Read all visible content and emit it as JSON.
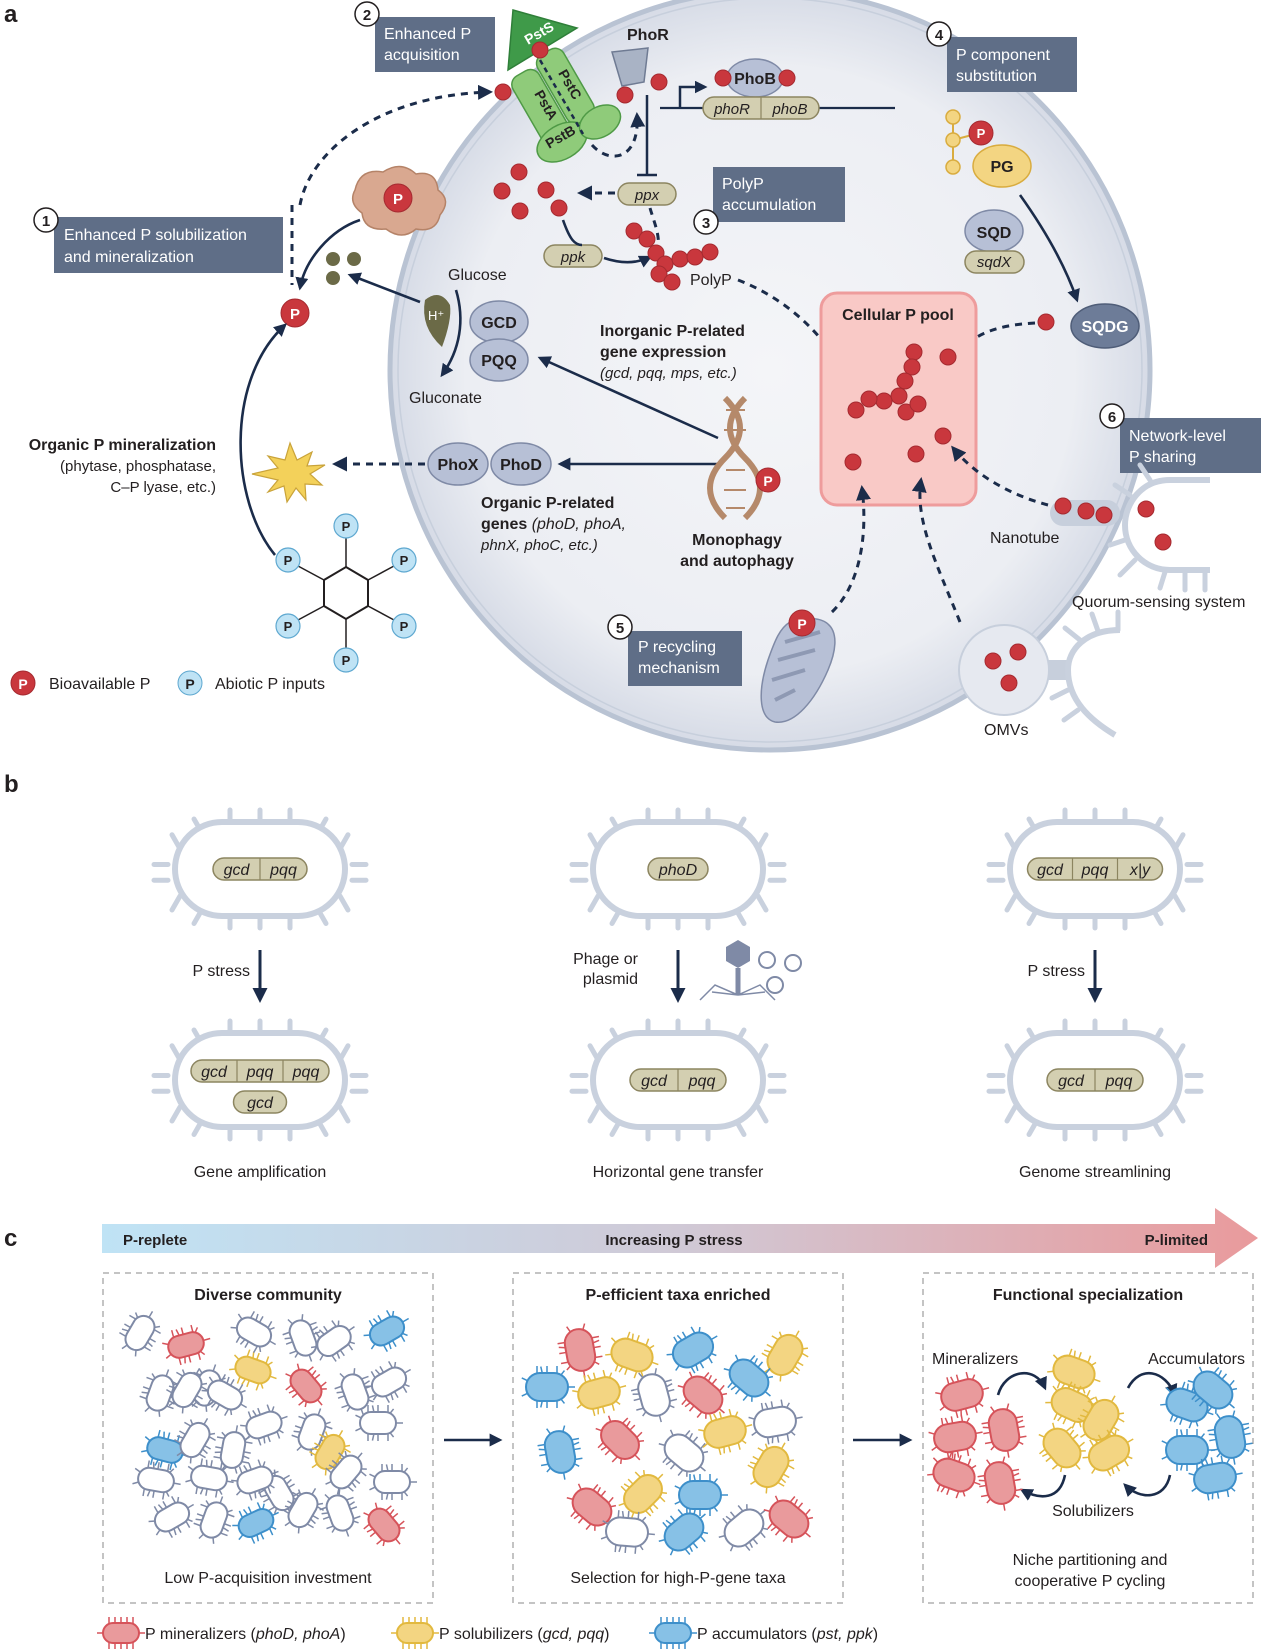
{
  "panels": {
    "a": {
      "label": "a",
      "steps": [
        {
          "num": "1",
          "text_l1": "Enhanced P solubilization",
          "text_l2": "and mineralization"
        },
        {
          "num": "2",
          "text_l1": "Enhanced P",
          "text_l2": "acquisition"
        },
        {
          "num": "3",
          "text_l1": "PolyP",
          "text_l2": "accumulation"
        },
        {
          "num": "4",
          "text_l1": "P component",
          "text_l2": "substitution"
        },
        {
          "num": "5",
          "text_l1": "P recycling",
          "text_l2": "mechanism"
        },
        {
          "num": "6",
          "text_l1": "Network-level",
          "text_l2": "P sharing"
        }
      ],
      "transporter": {
        "psts": "PstS",
        "pstc": "PstC",
        "psta": "PstA",
        "pstb": "PstB"
      },
      "phor": "PhoR",
      "phob": "PhoB",
      "operon": [
        "phoR",
        "phoB"
      ],
      "ppx": "ppx",
      "ppk": "ppk",
      "polyp": "PolyP",
      "glucose": "Glucose",
      "gluconate": "Gluconate",
      "hplus": "H⁺",
      "gcd": "GCD",
      "pqq": "PQQ",
      "inorganic": {
        "l1": "Inorganic P-related",
        "l2": "gene expression",
        "l3": "(gcd, pqq, mps, etc.)"
      },
      "organic_genes": {
        "l1": "Organic P-related",
        "l2_bold": "genes",
        "l2_rest": " (phoD, phoA,",
        "l3": "phnX, phoC, etc.)"
      },
      "phox": "PhoX",
      "phod": "PhoD",
      "monophagy": {
        "l1": "Monophagy",
        "l2": "and autophagy"
      },
      "organic_min": {
        "l1": "Organic P mineralization",
        "l2": "(phytase, phosphatase,",
        "l3": "C–P lyase, etc.)"
      },
      "pool": "Cellular P pool",
      "pg": "PG",
      "sqd": "SQD",
      "sqdx": "sqdX",
      "sqdg": "SQDG",
      "nanotube": "Nanotube",
      "quorum": "Quorum-sensing system",
      "omvs": "OMVs",
      "p_symbol": "P",
      "legend": [
        {
          "label": "Bioavailable P",
          "color": "#c9373d"
        },
        {
          "label": "Abiotic P inputs",
          "color": "#bfe3f5"
        }
      ]
    },
    "b": {
      "label": "b",
      "columns": [
        {
          "top_genes": [
            "gcd",
            "pqq"
          ],
          "arrow_label": "P stress",
          "bottom_genes_row1": [
            "gcd",
            "pqq",
            "pqq"
          ],
          "bottom_genes_row2": [
            "gcd"
          ],
          "caption": "Gene amplification"
        },
        {
          "top_genes": [
            "phoD"
          ],
          "arrow_label_l1": "Phage or",
          "arrow_label_l2": "plasmid",
          "bottom_genes_row1": [
            "gcd",
            "pqq"
          ],
          "caption": "Horizontal gene transfer"
        },
        {
          "top_genes": [
            "gcd",
            "pqq",
            "x|y"
          ],
          "arrow_label": "P stress",
          "bottom_genes_row1": [
            "gcd",
            "pqq"
          ],
          "caption": "Genome streamlining"
        }
      ]
    },
    "c": {
      "label": "c",
      "gradient": {
        "left": "P-replete",
        "center": "Increasing P stress",
        "right": "P-limited",
        "color_left": "#bfe3f5",
        "color_right": "#e99a9c"
      },
      "boxes": [
        {
          "title": "Diverse community",
          "caption": "Low P-acquisition investment"
        },
        {
          "title": "P-efficient taxa enriched",
          "caption": "Selection for high-P-gene taxa"
        },
        {
          "title": "Functional specialization",
          "caption_l1": "Niche partitioning and",
          "caption_l2": "cooperative P cycling",
          "mineralizers": "Mineralizers",
          "accumulators": "Accumulators",
          "solubilizers": "Solubilizers"
        }
      ],
      "legend": [
        {
          "label_pre": "P mineralizers (",
          "label_genes": "phoD, phoA",
          "label_post": ")",
          "color": "#e99a9c"
        },
        {
          "label_pre": "P solubilizers (",
          "label_genes": "gcd, pqq",
          "label_post": ")",
          "color": "#f3d582"
        },
        {
          "label_pre": "P accumulators (",
          "label_genes": "pst, ppk",
          "label_post": ")",
          "color": "#87c1e6"
        }
      ]
    }
  },
  "colors": {
    "label_box": "#5f6e87",
    "arrow": "#1b2c4a",
    "bioavailable_p": "#c9373d",
    "abiotic_p": "#bfe3f5",
    "pool_fill": "#f9c9c6",
    "pool_stroke": "#ee9c9c",
    "cell_fill": "#e6e9f0",
    "transporter_green": "#8fcb7a"
  }
}
